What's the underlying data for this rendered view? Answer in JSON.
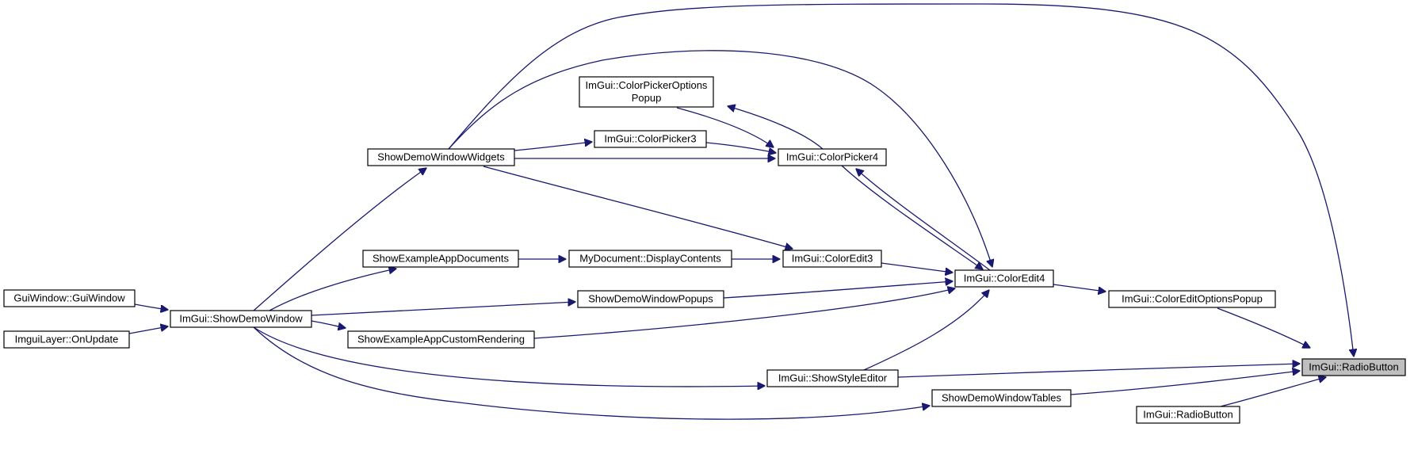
{
  "graph": {
    "edge_color": "#191970",
    "highlight_fill": "#bfbfbf",
    "nodes": [
      {
        "id": "radiobutton_main",
        "name": "node-radiobutton-main",
        "lines": [
          "ImGui::RadioButton"
        ],
        "highlight": true
      },
      {
        "id": "radiobutton_overload",
        "name": "node-radiobutton-overload",
        "lines": [
          "ImGui::RadioButton"
        ]
      },
      {
        "id": "coloreditoptionspopup",
        "name": "node-coloreditoptionspopup",
        "lines": [
          "ImGui::ColorEditOptionsPopup"
        ]
      },
      {
        "id": "coloredit4",
        "name": "node-coloredit4",
        "lines": [
          "ImGui::ColorEdit4"
        ]
      },
      {
        "id": "coloredit3",
        "name": "node-coloredit3",
        "lines": [
          "ImGui::ColorEdit3"
        ]
      },
      {
        "id": "colorpicker4",
        "name": "node-colorpicker4",
        "lines": [
          "ImGui::ColorPicker4"
        ]
      },
      {
        "id": "colorpicker3",
        "name": "node-colorpicker3",
        "lines": [
          "ImGui::ColorPicker3"
        ]
      },
      {
        "id": "colorpickeroptionspopup",
        "name": "node-colorpickeroptionspopup",
        "lines": [
          "ImGui::ColorPickerOptions",
          "Popup"
        ]
      },
      {
        "id": "showdemowindowwidgets",
        "name": "node-showdemowindowwidgets",
        "lines": [
          "ShowDemoWindowWidgets"
        ]
      },
      {
        "id": "showexampleappdocuments",
        "name": "node-showexampleappdocuments",
        "lines": [
          "ShowExampleAppDocuments"
        ]
      },
      {
        "id": "displaycontents",
        "name": "node-displaycontents",
        "lines": [
          "MyDocument::DisplayContents"
        ]
      },
      {
        "id": "showdemowindowpopups",
        "name": "node-showdemowindowpopups",
        "lines": [
          "ShowDemoWindowPopups"
        ]
      },
      {
        "id": "showexampleappcustomrendering",
        "name": "node-showexampleappcustomrendering",
        "lines": [
          "ShowExampleAppCustomRendering"
        ]
      },
      {
        "id": "showstyleeditor",
        "name": "node-showstyleeditor",
        "lines": [
          "ImGui::ShowStyleEditor"
        ]
      },
      {
        "id": "showdemowindowtables",
        "name": "node-showdemowindowtables",
        "lines": [
          "ShowDemoWindowTables"
        ]
      },
      {
        "id": "showdemowindow",
        "name": "node-showdemowindow",
        "lines": [
          "ImGui::ShowDemoWindow"
        ]
      },
      {
        "id": "guiwindow",
        "name": "node-guiwindow",
        "lines": [
          "GuiWindow::GuiWindow"
        ]
      },
      {
        "id": "imguilayer_onupdate",
        "name": "node-imguilayer-onupdate",
        "lines": [
          "ImguiLayer::OnUpdate"
        ]
      }
    ],
    "edges": [
      {
        "from": "coloreditoptionspopup",
        "to": "radiobutton_main"
      },
      {
        "from": "coloredit4",
        "to": "coloreditoptionspopup"
      },
      {
        "from": "coloredit3",
        "to": "coloredit4"
      },
      {
        "from": "colorpicker4",
        "to": "coloredit4"
      },
      {
        "from": "coloredit4",
        "to": "colorpicker4"
      },
      {
        "from": "colorpicker3",
        "to": "colorpicker4"
      },
      {
        "from": "colorpicker4",
        "to": "colorpickeroptionspopup"
      },
      {
        "from": "colorpickeroptionspopup",
        "to": "colorpicker4"
      },
      {
        "from": "showdemowindowwidgets",
        "to": "radiobutton_main"
      },
      {
        "from": "showdemowindowwidgets",
        "to": "coloredit4"
      },
      {
        "from": "showdemowindowwidgets",
        "to": "colorpicker3"
      },
      {
        "from": "showdemowindowwidgets",
        "to": "colorpicker4"
      },
      {
        "from": "showdemowindowwidgets",
        "to": "coloredit3"
      },
      {
        "from": "showexampleappdocuments",
        "to": "displaycontents"
      },
      {
        "from": "displaycontents",
        "to": "coloredit3"
      },
      {
        "from": "showdemowindowpopups",
        "to": "coloredit4"
      },
      {
        "from": "showexampleappcustomrendering",
        "to": "coloredit4"
      },
      {
        "from": "showstyleeditor",
        "to": "radiobutton_main"
      },
      {
        "from": "showstyleeditor",
        "to": "coloredit4"
      },
      {
        "from": "showdemowindowtables",
        "to": "radiobutton_main"
      },
      {
        "from": "radiobutton_overload",
        "to": "radiobutton_main"
      },
      {
        "from": "showdemowindow",
        "to": "showdemowindowwidgets"
      },
      {
        "from": "showdemowindow",
        "to": "showexampleappdocuments"
      },
      {
        "from": "showdemowindow",
        "to": "showdemowindowpopups"
      },
      {
        "from": "showdemowindow",
        "to": "showexampleappcustomrendering"
      },
      {
        "from": "showdemowindow",
        "to": "showstyleeditor"
      },
      {
        "from": "showdemowindow",
        "to": "showdemowindowtables"
      },
      {
        "from": "guiwindow",
        "to": "showdemowindow"
      },
      {
        "from": "imguilayer_onupdate",
        "to": "showdemowindow"
      }
    ]
  }
}
